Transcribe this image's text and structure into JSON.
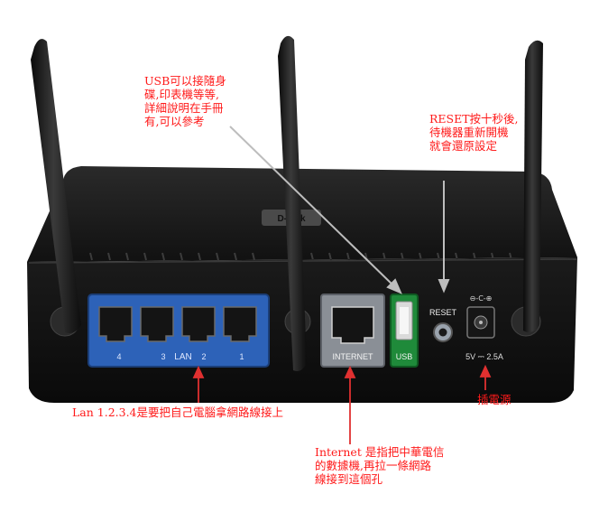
{
  "annotations": {
    "usb": [
      "USB可以接隨身",
      "碟,印表機等等,",
      "詳細說明在手冊",
      "有,可以參考"
    ],
    "reset": [
      "RESET按十秒後,",
      "待機器重新開機",
      "就會還原設定"
    ],
    "lan": "Lan 1.2.3.4是要把自己電腦拿網路線接上",
    "internet": [
      "Internet 是指把中華電信",
      "的數據機,再拉一條網路",
      "線接到這個孔"
    ],
    "power": "插電源"
  },
  "device": {
    "port_labels": {
      "lan_numbers": [
        "4",
        "3",
        "2",
        "1"
      ],
      "lan": "LAN",
      "internet": "INTERNET",
      "usb": "USB",
      "reset": "RESET",
      "power": "5V ⎓ 2.5A",
      "power_polarity": "⊖-C-⊕"
    },
    "brand_badge": "D-Link"
  },
  "colors": {
    "annotation_red": "#ff1a1a",
    "lan_panel_blue": "#2d62b8",
    "usb_green": "#1f8a3a",
    "internet_gray": "#8a8f96",
    "arrow_gray": "#bdbdbd"
  }
}
